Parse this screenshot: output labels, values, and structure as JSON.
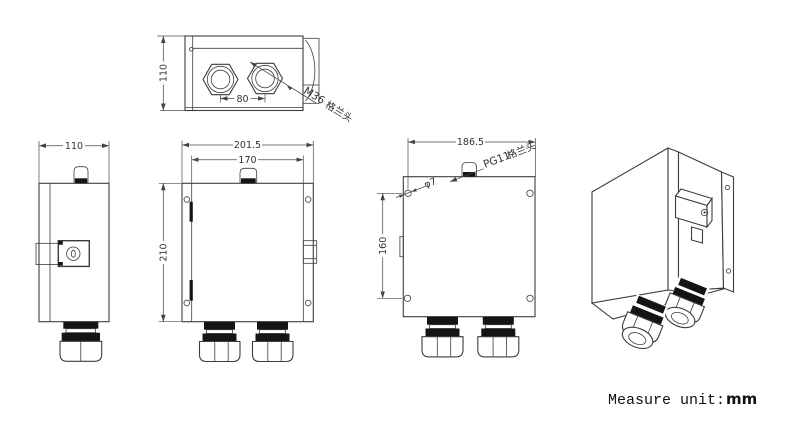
{
  "views": {
    "top": {
      "height_dim": "110",
      "gland_pitch_dim": "80",
      "gland_thread": "M36",
      "gland_label": "格兰头"
    },
    "side": {
      "depth_dim": "110"
    },
    "front": {
      "overall_width_dim": "201.5",
      "body_width_dim": "170",
      "height_dim": "210"
    },
    "back": {
      "width_dim": "186.5",
      "hole_dia_dim": "φ7",
      "hole_pitch_dim": "160",
      "gland_thread": "PG11",
      "gland_label": "格兰头"
    }
  },
  "footer": {
    "label": "Measure unit:",
    "unit": "mm"
  },
  "colors": {
    "line": "#3d3d3d",
    "dimension": "#4a4a4a",
    "solid_band": "#151515",
    "background": "#ffffff"
  }
}
